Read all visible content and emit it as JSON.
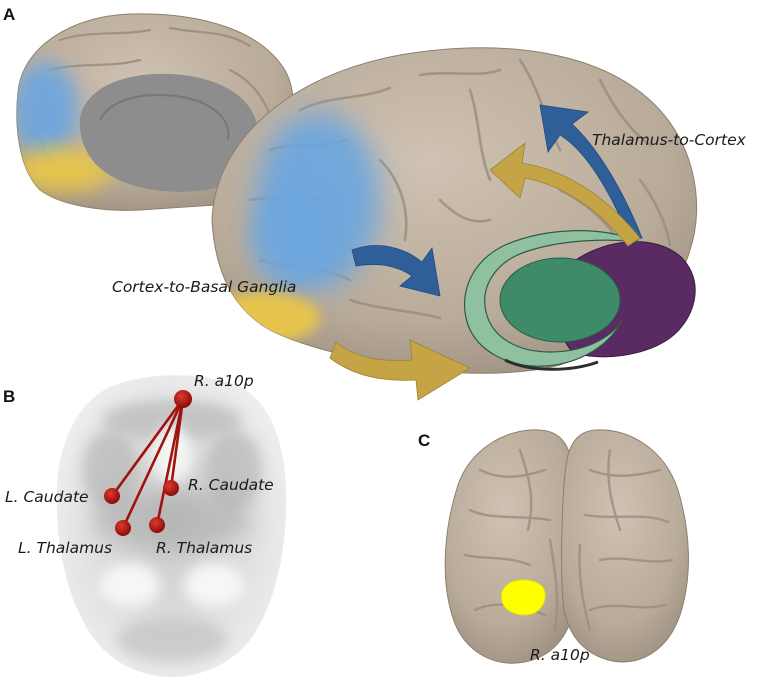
{
  "panels": {
    "a": {
      "letter": "A",
      "labels": {
        "thalamus_to_cortex": "Thalamus-to-Cortex",
        "cortex_to_basal_ganglia": "Cortex-to-Basal Ganglia"
      }
    },
    "b": {
      "letter": "B",
      "nodes": {
        "r_a10p": "R. a10p",
        "l_caudate": "L. Caudate",
        "r_caudate": "R. Caudate",
        "l_thalamus": "L. Thalamus",
        "r_thalamus": "R. Thalamus"
      }
    },
    "c": {
      "letter": "C",
      "labels": {
        "region": "R. a10p"
      }
    }
  },
  "colors": {
    "cortex": "#bfb1a0",
    "sulcus": "#9c8e7e",
    "medial_gray": "#8c8c8c",
    "blue_region": "#6aa6e0",
    "yellow_region": "#e8c64a",
    "arrow_blue": "#2f5f98",
    "arrow_gold": "#c4a444",
    "striatum_green": "#8fc1a0",
    "striatum_dark": "#3f8a68",
    "thalamus_purple": "#5a2a63",
    "node_red": "#b3140f",
    "a10p_yellow": "#ffff00"
  }
}
